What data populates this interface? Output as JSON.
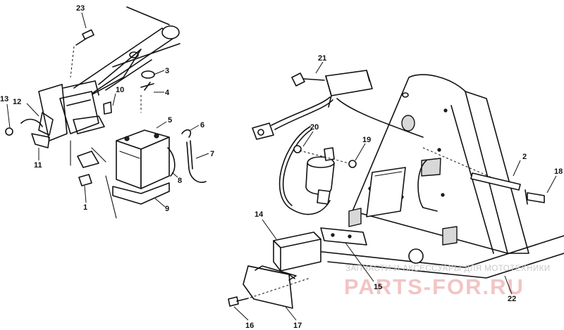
{
  "callouts": {
    "c1": "1",
    "c2": "2",
    "c3": "3",
    "c4": "4",
    "c5": "5",
    "c6": "6",
    "c7": "7",
    "c8": "8",
    "c9": "9",
    "c10": "10",
    "c11": "11",
    "c12": "12",
    "c13": "13",
    "c14": "14",
    "c15": "15",
    "c16": "16",
    "c17": "17",
    "c18": "18",
    "c19": "19",
    "c20": "20",
    "c21": "21",
    "c22": "22",
    "c23": "23"
  },
  "watermark": {
    "tagline": "ЗАПЧАСТИ И АКСЕССУАРЫ ДЛЯ МОТОТЕХНИКИ",
    "brand": "PARTS-FOR.RU"
  }
}
